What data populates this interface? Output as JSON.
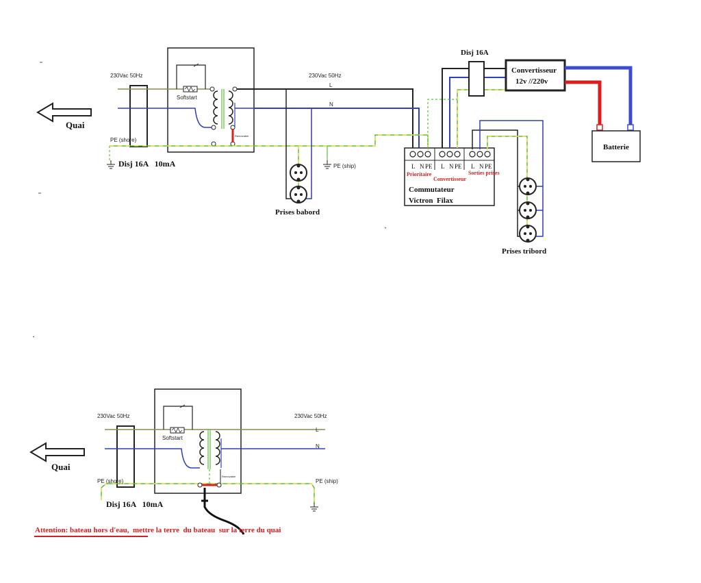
{
  "colors": {
    "line_l": "#222222",
    "line_n": "#2f3fbf",
    "pe_green": "#5cbf3a",
    "pe_yellow": "#e6e64a",
    "red": "#d81e1e",
    "battery_blue": "#3c4bd0",
    "attention": "#d42020"
  },
  "top": {
    "quai": "Quai",
    "vac_left": "230Vac 50Hz",
    "vac_right": "230Vac 50Hz",
    "softstart": "Softstart",
    "removable": "Removable",
    "line_l": "L",
    "line_n": "N",
    "pe_shore": "PE (shore)",
    "pe_ship": "PE (ship)",
    "disj": "Disj 16A   10mA",
    "prises_babord": "Prises babord",
    "prises_tribord": "Prises tribord",
    "disj16": "Disj 16A",
    "convertisseur_line1": "Convertisseur",
    "convertisseur_line2": "12v //220v",
    "batterie": "Batterie",
    "terminal_labels": [
      "L",
      "N",
      "PE",
      "L",
      "N",
      "PE",
      "L",
      "N",
      "PE"
    ],
    "prioritaire": "Prioritaire",
    "convertisseur_small": "Convertisseur",
    "sorties_prises": "Sorties prises",
    "commutateur_line1": "Commutateur",
    "commutateur_line2": "Victron  Filax"
  },
  "bottom": {
    "quai": "Quai",
    "vac_left": "230Vac 50Hz",
    "vac_right": "230Vac 50Hz",
    "softstart": "Softstart",
    "removable": "Removable",
    "line_l": "L",
    "line_n": "N",
    "pe_shore": "PE (shore)",
    "pe_ship": "PE (ship)",
    "disj": "Disj 16A   10mA",
    "attention": "Attention: bateau hors d'eau,  mettre la terre  du bateau  sur la terre du quai"
  }
}
